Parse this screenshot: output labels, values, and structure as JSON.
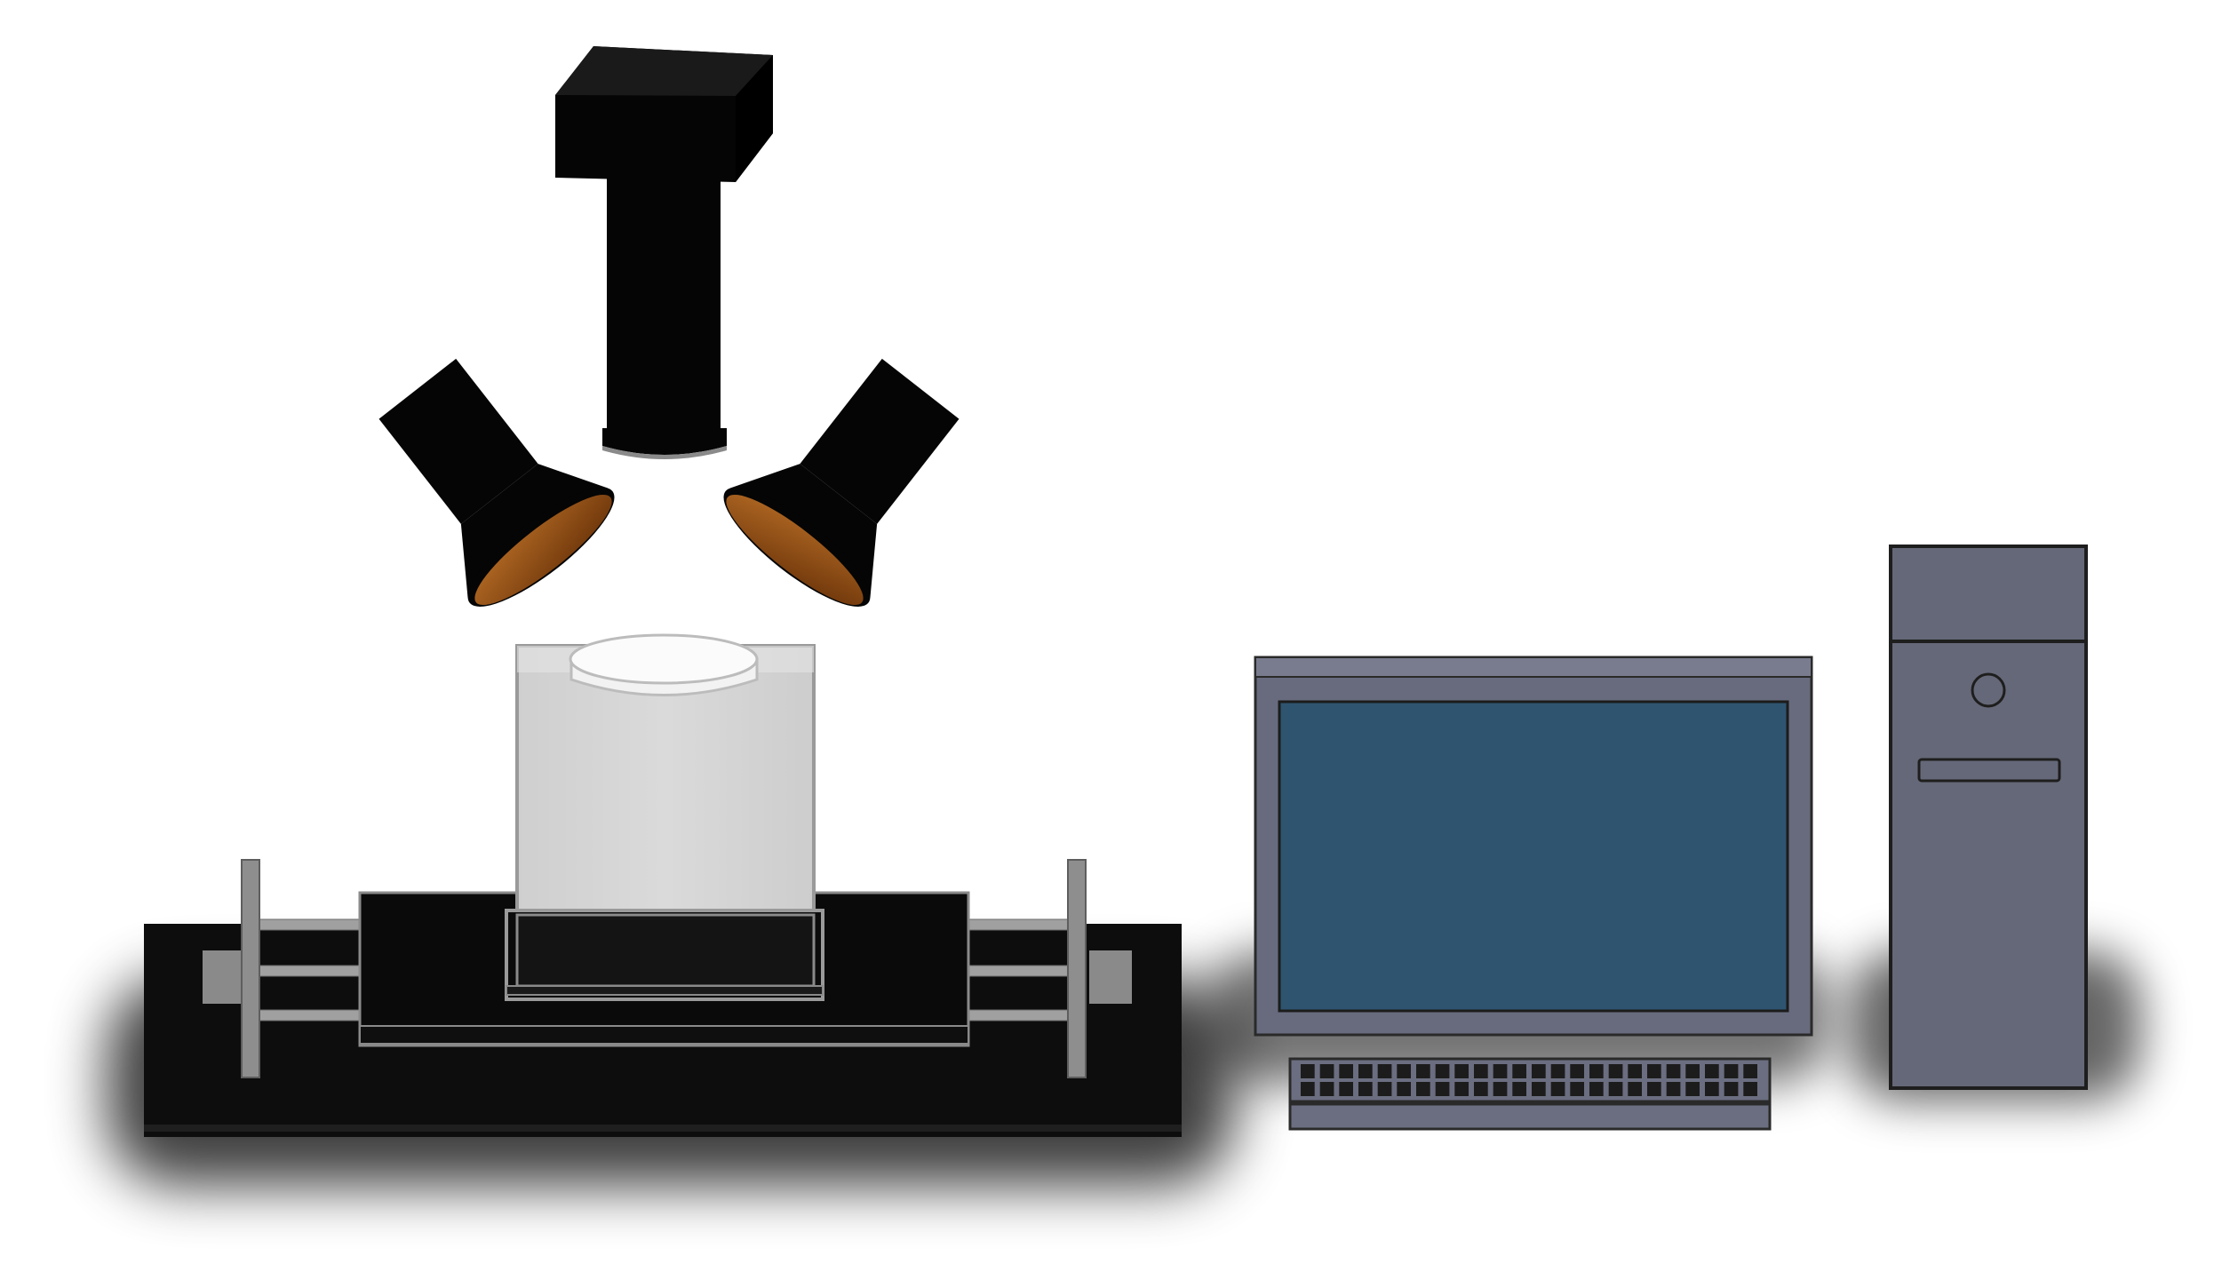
{
  "scene": {
    "components": [
      {
        "name": "camera",
        "icon": "camera-icon"
      },
      {
        "name": "left-light",
        "icon": "spotlight-icon"
      },
      {
        "name": "right-light",
        "icon": "spotlight-icon"
      },
      {
        "name": "sample-container",
        "icon": "container-icon"
      },
      {
        "name": "sample-dish",
        "icon": "dish-icon"
      },
      {
        "name": "translation-stage",
        "icon": "stage-icon"
      },
      {
        "name": "monitor",
        "icon": "monitor-icon"
      },
      {
        "name": "keyboard",
        "icon": "keyboard-icon"
      },
      {
        "name": "pc-tower",
        "icon": "pc-tower-icon"
      }
    ],
    "colors": {
      "camera_body": "#050505",
      "lamp_body": "#050505",
      "lamp_lens": "#8a4a12",
      "container_fill": "#d3d3d3",
      "container_edge": "#9a9a9a",
      "stage_base": "#0d0d0d",
      "rail": "#9a9a9a",
      "monitor_frame": "#686b7e",
      "monitor_screen": "#2e5470",
      "tower": "#656878",
      "shadow": "#000000"
    }
  }
}
